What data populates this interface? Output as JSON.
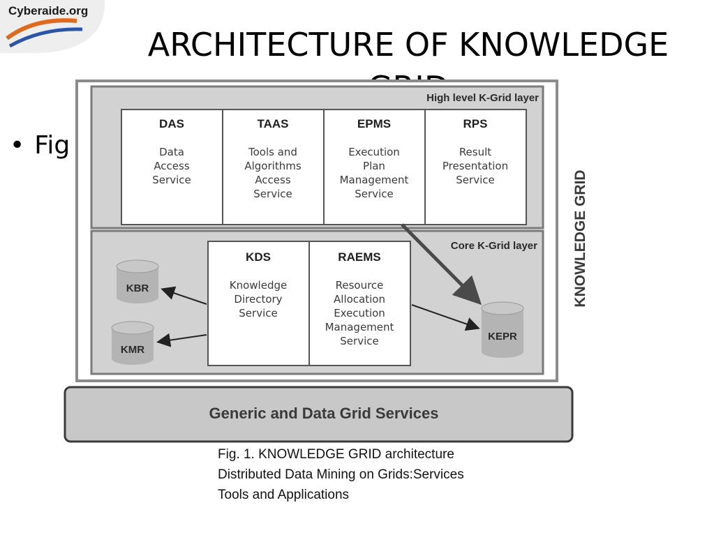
{
  "logo": {
    "text": "Cyberaide.org"
  },
  "slide": {
    "title": "ARCHITECTURE OF KNOWLEDGE GRID",
    "bullet": "Fig"
  },
  "diagram": {
    "vertical_label": "KNOWLEDGE GRID",
    "high_layer": {
      "label": "High level K-Grid layer",
      "services": [
        {
          "abbr": "DAS",
          "lines": [
            "Data",
            "Access",
            "Service"
          ]
        },
        {
          "abbr": "TAAS",
          "lines": [
            "Tools and",
            "Algorithms",
            "Access",
            "Service"
          ]
        },
        {
          "abbr": "EPMS",
          "lines": [
            "Execution",
            "Plan",
            "Management",
            "Service"
          ]
        },
        {
          "abbr": "RPS",
          "lines": [
            "Result",
            "Presentation",
            "Service"
          ]
        }
      ]
    },
    "core_layer": {
      "label": "Core K-Grid layer",
      "services": [
        {
          "abbr": "KDS",
          "lines": [
            "Knowledge",
            "Directory",
            "Service"
          ]
        },
        {
          "abbr": "RAEMS",
          "lines": [
            "Resource",
            "Allocation",
            "Execution",
            "Management",
            "Service"
          ]
        }
      ],
      "repositories": [
        "KBR",
        "KMR",
        "KEPR"
      ]
    },
    "base_layer": {
      "label": "Generic and Data Grid Services"
    }
  },
  "caption": {
    "lines": [
      "Fig. 1. KNOWLEDGE GRID architecture",
      "Distributed Data Mining on Grids:Services",
      "Tools and Applications"
    ]
  },
  "colors": {
    "layer_fill": "#d2d2d2",
    "frame": "#8c8c8c",
    "base_fill": "#c8c8c8",
    "cylinder": "#b4b4b4",
    "text": "#2a2a2a"
  }
}
